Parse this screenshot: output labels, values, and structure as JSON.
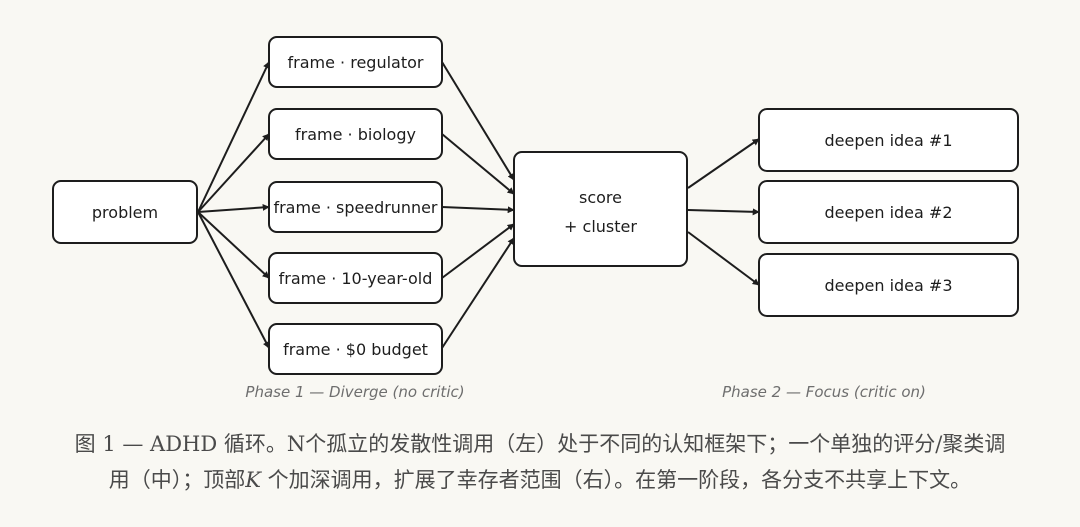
{
  "nodes": {
    "problem": "problem",
    "frames": [
      "frame · regulator",
      "frame · biology",
      "frame · speedrunner",
      "frame · 10-year-old",
      "frame · $0 budget"
    ],
    "score_line1": "score",
    "score_line2": "+ cluster",
    "deepen": [
      "deepen idea #1",
      "deepen idea #2",
      "deepen idea #3"
    ]
  },
  "phases": {
    "phase1": "Phase 1 — Diverge (no critic)",
    "phase2": "Phase 2 — Focus (critic on)"
  },
  "caption": {
    "line1": "图 1 — ADHD 循环。N个孤立的发散性调用（左）处于不同的认知框架下；一个单独的评分/聚类调",
    "line2_before": "用（中）；顶部",
    "line2_var": "K",
    "line2_after": " 个加深调用，扩展了幸存者范围（右）。在第一阶段，各分支不共享上下文。"
  }
}
